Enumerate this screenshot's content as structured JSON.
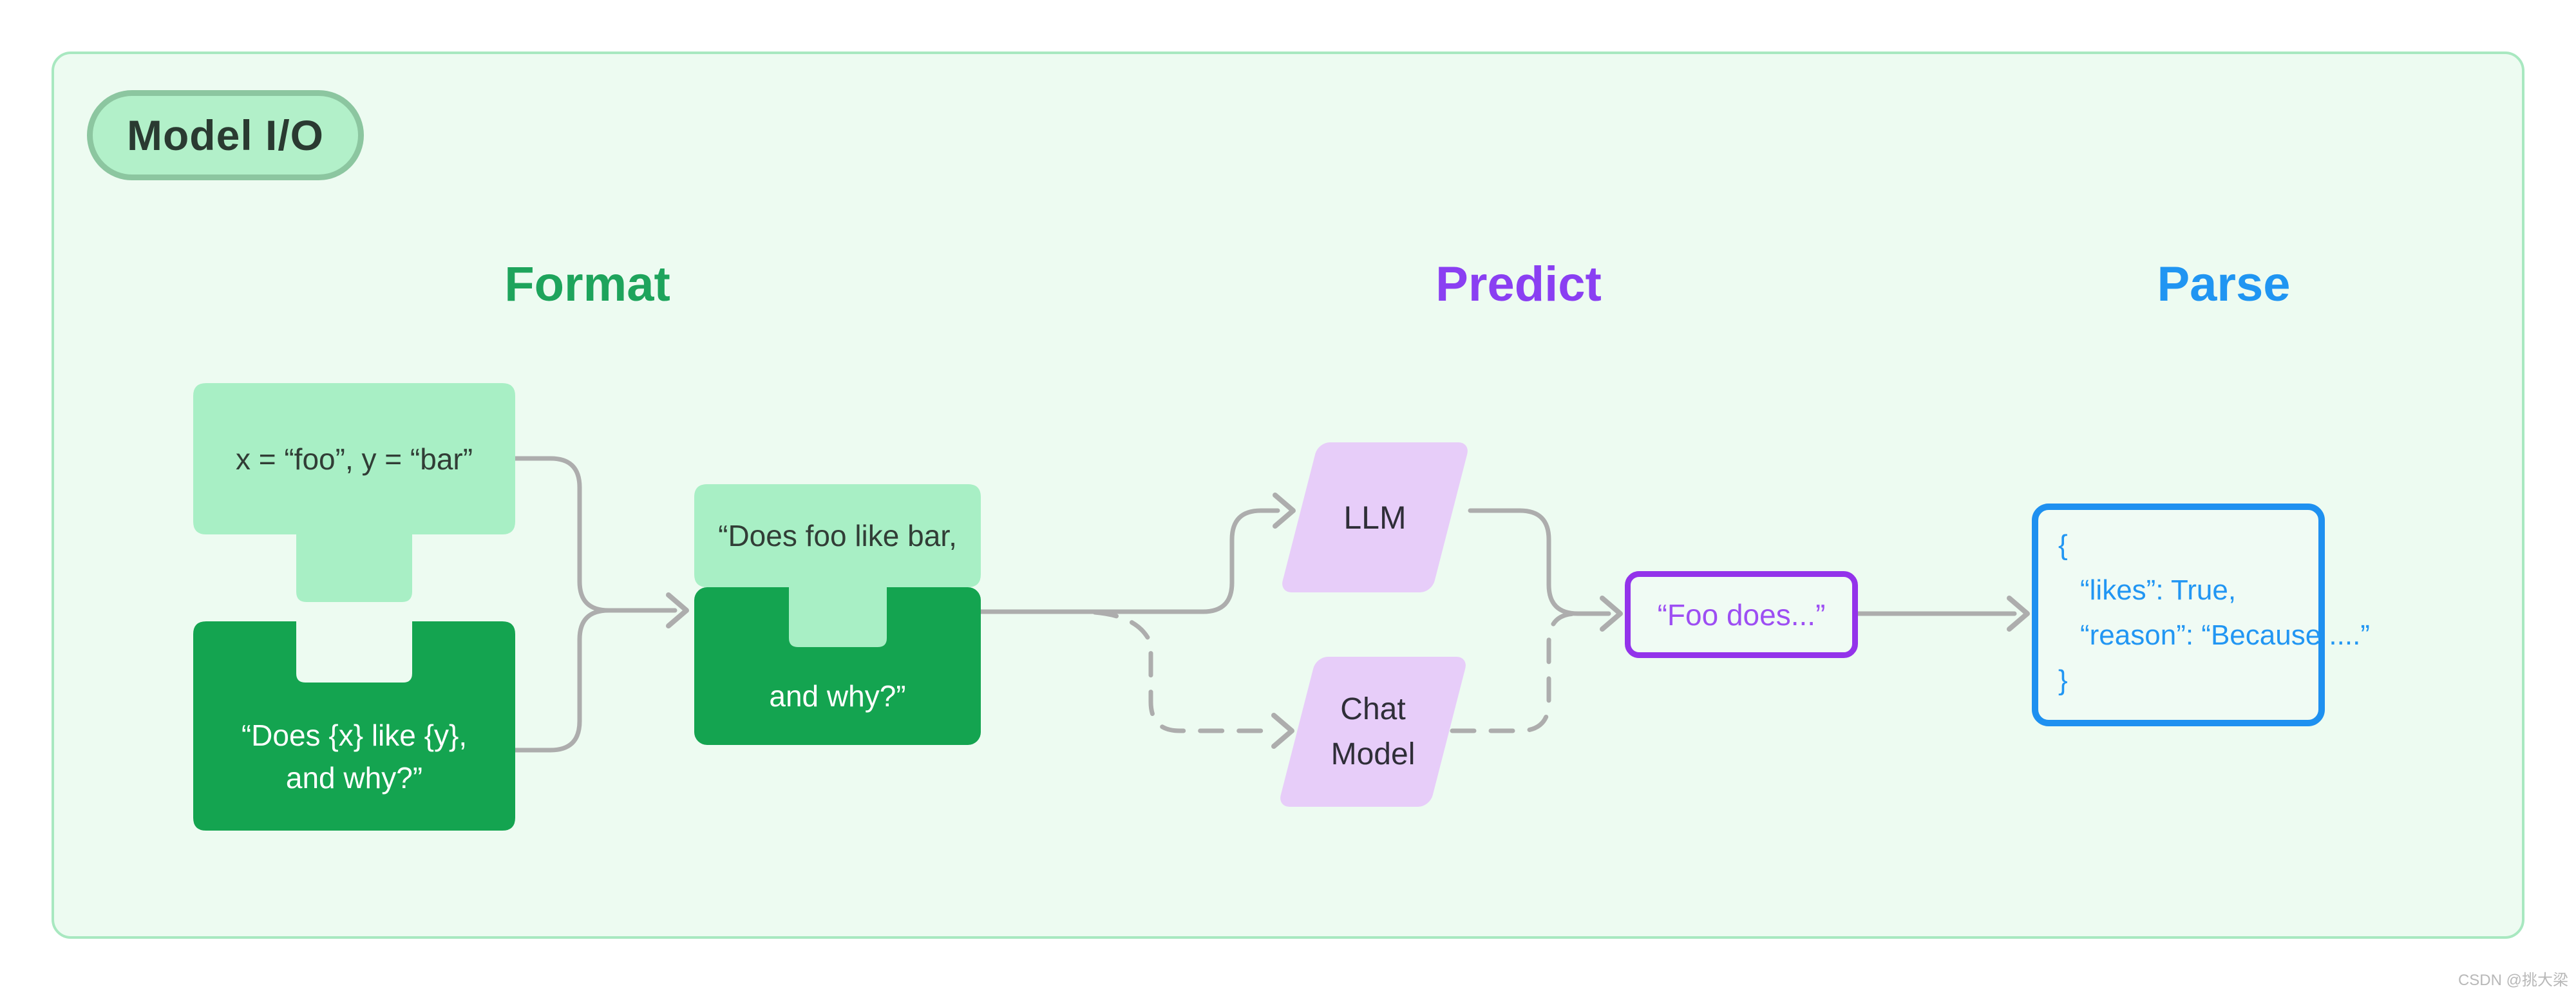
{
  "diagram": {
    "badge": "Model I/O",
    "headings": {
      "format": "Format",
      "predict": "Predict",
      "parse": "Parse"
    },
    "nodes": {
      "variables": "x = “foo”, y = “bar”",
      "prompt_template": {
        "lines": [
          "“Does {x} like {y},",
          "and why?”"
        ]
      },
      "formatted_prompt": {
        "top_line": "“Does foo like bar,",
        "bottom_line": "and why?”"
      },
      "llm": "LLM",
      "chat_model": {
        "lines": [
          "Chat",
          "Model"
        ]
      },
      "completion": "“Foo does...”",
      "parsed_output": {
        "lines": [
          "{",
          "“likes”: True,",
          "“reason”: “Because ....”",
          "}"
        ]
      }
    },
    "watermark": "CSDN @挑大梁",
    "colors": {
      "panel_bg": "#edfbf1",
      "panel_border": "#a8e8c0",
      "badge_bg": "#b2f0c9",
      "badge_border": "#8cc6a0",
      "badge_text": "#2a3a31",
      "light_green": "#a8efc5",
      "dark_green": "#14a450",
      "dark_text": "#313d36",
      "format_heading": "#1ea45c",
      "predict_heading": "#8a3ff2",
      "parse_heading": "#2095f2",
      "model_fill": "#e7cdf9",
      "model_text": "#2f2e38",
      "completion_border": "#9333ea",
      "completion_text": "#9d4ef3",
      "parsed_border": "#1e90f0",
      "parsed_text": "#2196f3",
      "connector": "#adadad",
      "watermark_text": "#b8b8b8"
    }
  }
}
